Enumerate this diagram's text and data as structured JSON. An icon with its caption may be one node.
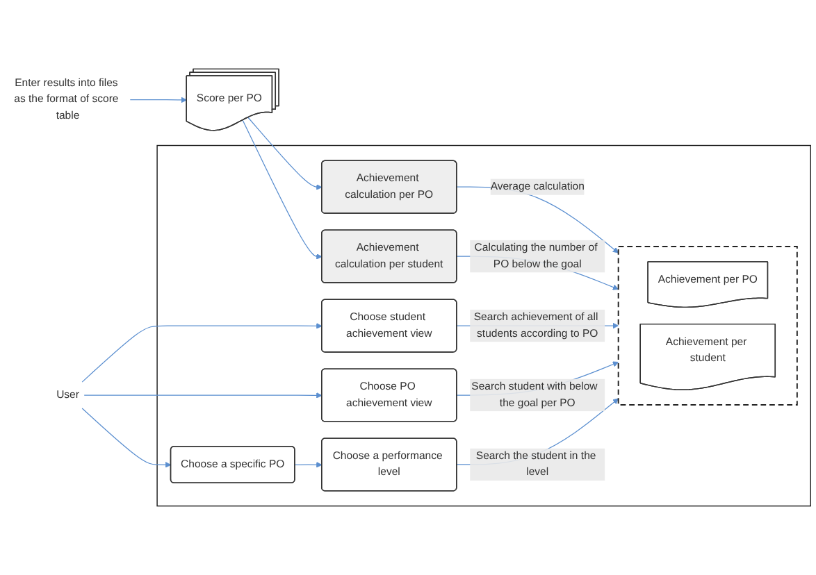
{
  "diagram": {
    "nodes": [
      {
        "text": [
          "Enter results into files as the format of score table"
        ]
      },
      {
        "text": [
          "Score per PO"
        ]
      },
      {
        "text": [],
        "shape": "box"
      },
      {
        "text": [
          "Achievement calculation per PO"
        ],
        "in": 2
      },
      {
        "text": [
          "Achievement calculation per student"
        ],
        "in": 2
      },
      {
        "text": [],
        "shape": "box",
        "in": 2
      },
      {
        "text": [
          "Achievement per PO"
        ],
        "in": 5
      },
      {
        "text": [
          "Achievement per student"
        ],
        "in": 5
      },
      {
        "text": [
          "Choose student achievement view"
        ],
        "in": 2
      },
      {
        "text": [
          "Choose PO achievement view"
        ],
        "in": 2
      },
      {
        "text": [
          "Choose a specific PO"
        ],
        "in": 2
      },
      {
        "text": [
          "Choose a performance level"
        ],
        "in": 2
      },
      {
        "text": [
          "User"
        ]
      }
    ],
    "edges": [
      {
        "from": 0,
        "to": 1,
        "arrow": "to"
      },
      {
        "from": 1,
        "to": 3,
        "arrow": "to"
      },
      {
        "from": 1,
        "to": 4,
        "arrow": "to"
      },
      {
        "from": 3,
        "to": 5,
        "label": "Average calculation",
        "arrow": "to"
      },
      {
        "from": 4,
        "to": 5,
        "label": "Calculating the number of PO below the goal",
        "arrow": "to"
      },
      {
        "from": 8,
        "to": 5,
        "label": "Search achievement of all students according to PO",
        "arrow": "to"
      },
      {
        "from": 9,
        "to": 5,
        "label": "Search student with below  the goal per PO",
        "arrow": "to"
      },
      {
        "from": 11,
        "to": 5,
        "label": "Search the student in the level",
        "arrow": "to"
      },
      {
        "from": 12,
        "to": 8,
        "arrow": "to"
      },
      {
        "from": 12,
        "to": 9,
        "arrow": "to"
      },
      {
        "from": 12,
        "to": 10,
        "arrow": "to"
      },
      {
        "from": 10,
        "to": 11,
        "arrow": "to"
      }
    ]
  }
}
